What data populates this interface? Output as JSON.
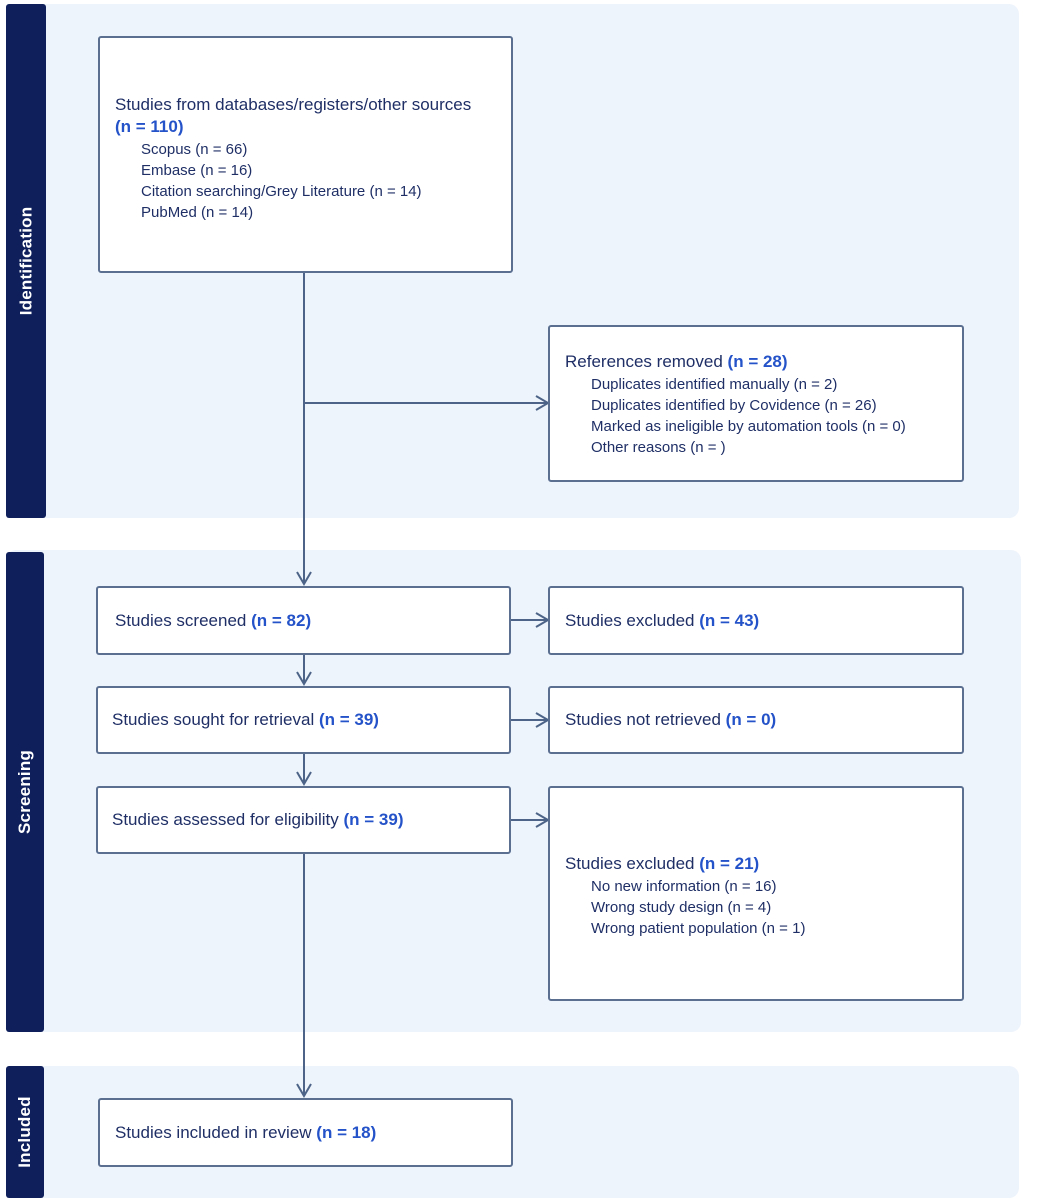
{
  "stages": {
    "identification": "Identification",
    "screening": "Screening",
    "included": "Included"
  },
  "identification_box": {
    "title": "Studies from databases/registers/other sources",
    "count": "(n = 110)",
    "items": [
      "Scopus (n = 66)",
      "Embase (n = 16)",
      "Citation searching/Grey Literature (n = 14)",
      "PubMed (n = 14)"
    ]
  },
  "removed_box": {
    "title": "References removed",
    "count": "(n = 28)",
    "items": [
      "Duplicates identified manually (n = 2)",
      "Duplicates identified by Covidence (n = 26)",
      "Marked as ineligible by automation tools (n = 0)",
      "Other reasons (n = )"
    ]
  },
  "screened_box": {
    "title": "Studies screened",
    "count": "(n = 82)"
  },
  "excluded_box": {
    "title": "Studies excluded",
    "count": "(n = 43)"
  },
  "sought_box": {
    "title": "Studies sought for retrieval",
    "count": "(n = 39)"
  },
  "not_retrieved_box": {
    "title": "Studies not retrieved",
    "count": "(n = 0)"
  },
  "assessed_box": {
    "title": "Studies assessed for eligibility",
    "count": "(n = 39)"
  },
  "excluded2_box": {
    "title": "Studies excluded",
    "count": "(n = 21)",
    "items": [
      "No new information (n = 16)",
      "Wrong study design (n = 4)",
      "Wrong patient population (n = 1)"
    ]
  },
  "included_box": {
    "title": "Studies included in review",
    "count": "(n = 18)"
  },
  "colors": {
    "sidebar": "#0e1f5b",
    "panel": "#eef4fb",
    "box_border": "#5b6f91",
    "count_text": "#2452c8",
    "body_text": "#1f2f66",
    "connector": "#4d6488"
  }
}
